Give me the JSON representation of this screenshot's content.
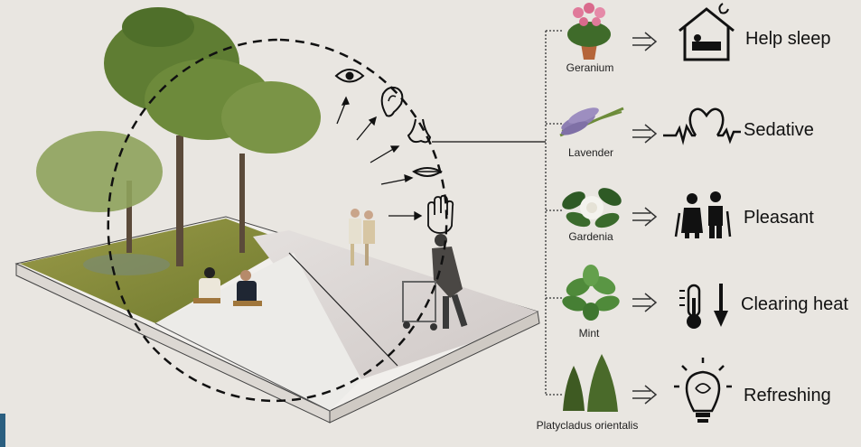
{
  "plants": [
    {
      "id": "geranium",
      "label": "Geranium",
      "effect": "Help sleep",
      "effect_icon": "house-bed-moon-icon",
      "plant_icon": "geranium-pot-icon"
    },
    {
      "id": "lavender",
      "label": "Lavender",
      "effect": "Sedative",
      "effect_icon": "heartbeat-icon",
      "plant_icon": "lavender-bundle-icon"
    },
    {
      "id": "gardenia",
      "label": "Gardenia",
      "effect": "Pleasant",
      "effect_icon": "elderly-couple-icon",
      "plant_icon": "gardenia-flower-icon"
    },
    {
      "id": "mint",
      "label": "Mint",
      "effect": "Clearing heat",
      "effect_icon": "thermometer-down-icon",
      "plant_icon": "mint-leaves-icon"
    },
    {
      "id": "platycladus",
      "label": "Platycladus orientalis",
      "effect": "Refreshing",
      "effect_icon": "lightbulb-brain-icon",
      "plant_icon": "cypress-trees-icon"
    }
  ],
  "senses": [
    "eye-icon",
    "ear-icon",
    "nose-icon",
    "mouth-icon",
    "hand-icon"
  ],
  "colors": {
    "background": "#e9e6e1",
    "grass": "#8a8a3a",
    "path": "#d9d4d2",
    "tree": "#5d7a35",
    "line": "#111111"
  }
}
